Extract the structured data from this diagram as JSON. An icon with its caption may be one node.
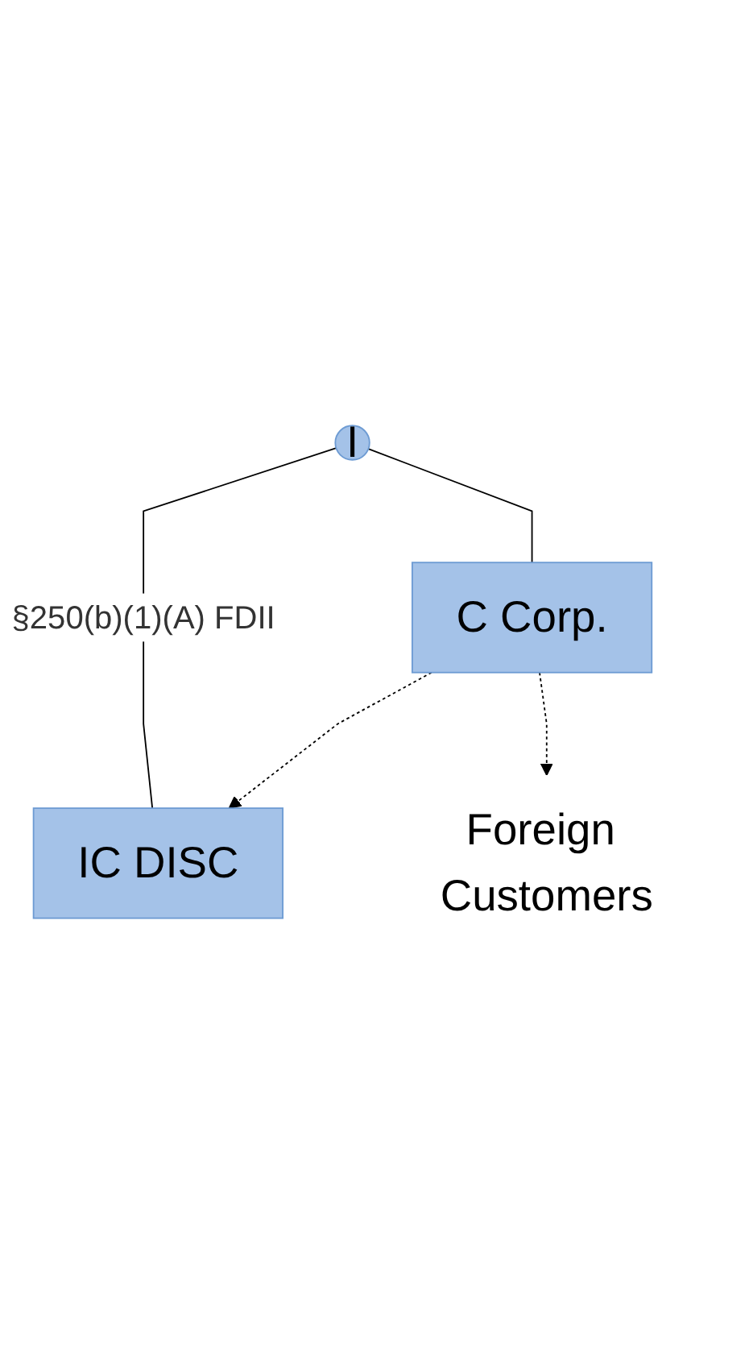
{
  "diagram": {
    "nodes": [
      {
        "text": [
          "I"
        ]
      },
      {
        "text": [
          "C Corp."
        ]
      },
      {
        "text": [
          "IC DISC"
        ]
      },
      {
        "text": [
          "Foreign Customers"
        ]
      }
    ],
    "edges": [
      {
        "from": 0,
        "to": 1,
        "arrow": "none"
      },
      {
        "from": 0,
        "to": 2,
        "arrow": "none",
        "label": "§250(b)(1)(A) FDII"
      },
      {
        "from": 1,
        "to": 2,
        "arrow": "to",
        "style": "dashed"
      },
      {
        "from": 1,
        "to": 3,
        "arrow": "to",
        "style": "dashed"
      }
    ]
  }
}
